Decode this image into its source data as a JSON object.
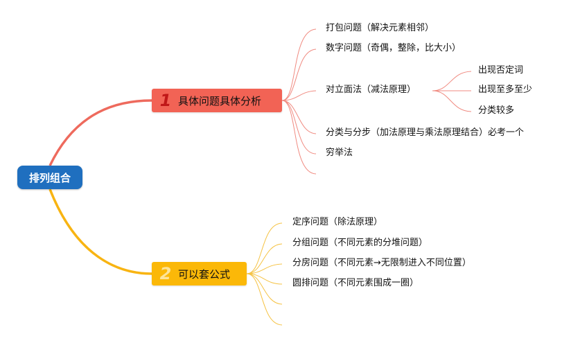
{
  "root": {
    "label": "排列组合"
  },
  "branch1": {
    "number": "1",
    "label": "具体问题具体分析",
    "color": "#f26355",
    "items": [
      "打包问题（解决元素相邻）",
      "数字问题（奇偶，整除，比大小）",
      "对立面法（减法原理）",
      "分类与分步（加法原理与乘法原理结合）必考一个",
      "穷举法"
    ],
    "sub_items": [
      "出现否定词",
      "出现至多至少",
      "分类较多"
    ]
  },
  "branch2": {
    "number": "2",
    "label": "可以套公式",
    "color": "#fbb808",
    "items": [
      "定序问题（除法原理）",
      "分组问题（不同元素的分堆问题）",
      "分房问题（不同元素→无限制进入不同位置）",
      "圆排问题（不同元素围成一圈）"
    ]
  }
}
